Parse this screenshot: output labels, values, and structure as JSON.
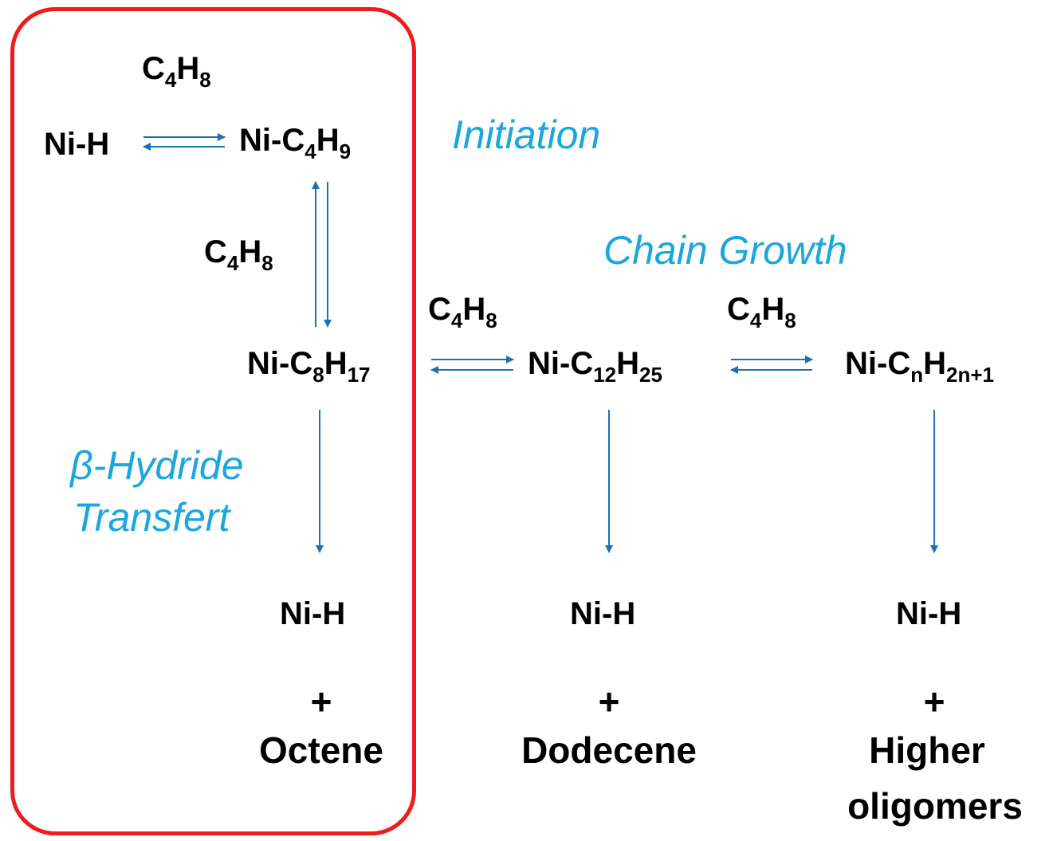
{
  "reagent": {
    "c": "C",
    "c_sub": "4",
    "h": "H",
    "h_sub": "8"
  },
  "nodes": {
    "nih_left": "Ni-H",
    "ni_c4h9": {
      "prefix": "Ni-C",
      "c_sub": "4",
      "h": "H",
      "h_sub": "9"
    },
    "ni_c8h17": {
      "prefix": "Ni-C",
      "c_sub": "8",
      "h": "H",
      "h_sub": "17"
    },
    "ni_c12h25": {
      "prefix": "Ni-C",
      "c_sub": "12",
      "h": "H",
      "h_sub": "25"
    },
    "ni_cnh2n1": {
      "prefix": "Ni-C",
      "c_sub": "n",
      "h": "H",
      "h_sub": "2n+1"
    }
  },
  "labels": {
    "initiation": "Initiation",
    "chain_growth": "Chain Growth",
    "beta_hydride_1": "β-Hydride",
    "beta_hydride_2": "Transfert"
  },
  "products": {
    "col1": {
      "nih": "Ni-H",
      "plus": "+",
      "name": "Octene"
    },
    "col2": {
      "nih": "Ni-H",
      "plus": "+",
      "name": "Dodecene"
    },
    "col3": {
      "nih": "Ni-H",
      "plus": "+",
      "name_line1": "Higher",
      "name_line2": "oligomers"
    }
  },
  "colors": {
    "highlight_box": "#ee1c1c",
    "arrows": "#1f6fb5",
    "labels": "#1aa6de"
  }
}
